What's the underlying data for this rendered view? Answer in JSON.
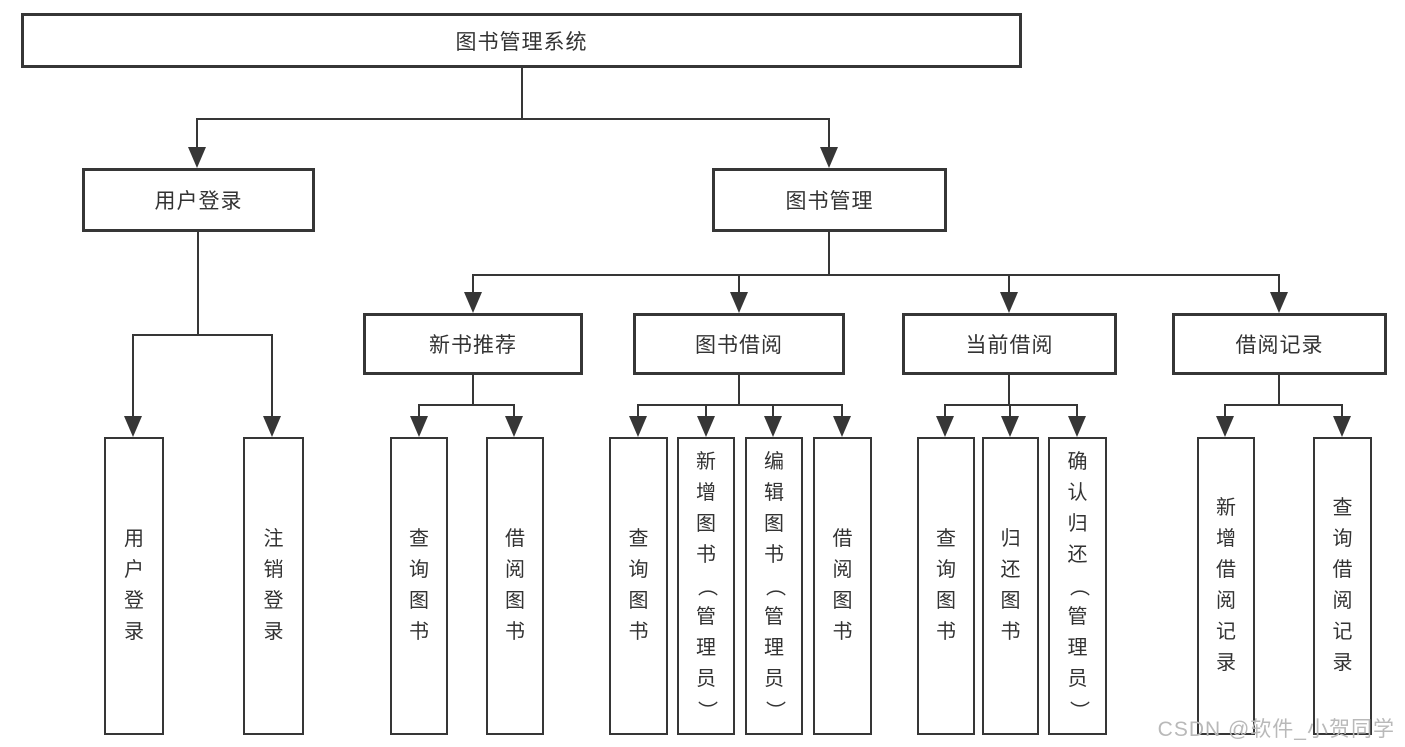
{
  "diagram": {
    "root_label": "图书管理系统",
    "level2": [
      {
        "label": "用户登录"
      },
      {
        "label": "图书管理"
      }
    ],
    "level3": [
      {
        "label": "新书推荐"
      },
      {
        "label": "图书借阅"
      },
      {
        "label": "当前借阅"
      },
      {
        "label": "借阅记录"
      }
    ],
    "leaves": {
      "user_login": [
        "用户登录",
        "注销登录"
      ],
      "new_book_recommend": [
        "查询图书",
        "借阅图书"
      ],
      "book_borrow": [
        "查询图书",
        "新增图书（管理员）",
        "编辑图书（管理员）",
        "借阅图书"
      ],
      "current_borrow": [
        "查询图书",
        "归还图书",
        "确认归还（管理员）"
      ],
      "borrow_records": [
        "新增借阅记录",
        "查询借阅记录"
      ]
    },
    "watermark": "CSDN @软件_小贺同学",
    "colors": {
      "line": "#363636",
      "text": "#333333",
      "watermark": "#b9b9b9",
      "background": "#ffffff"
    }
  }
}
